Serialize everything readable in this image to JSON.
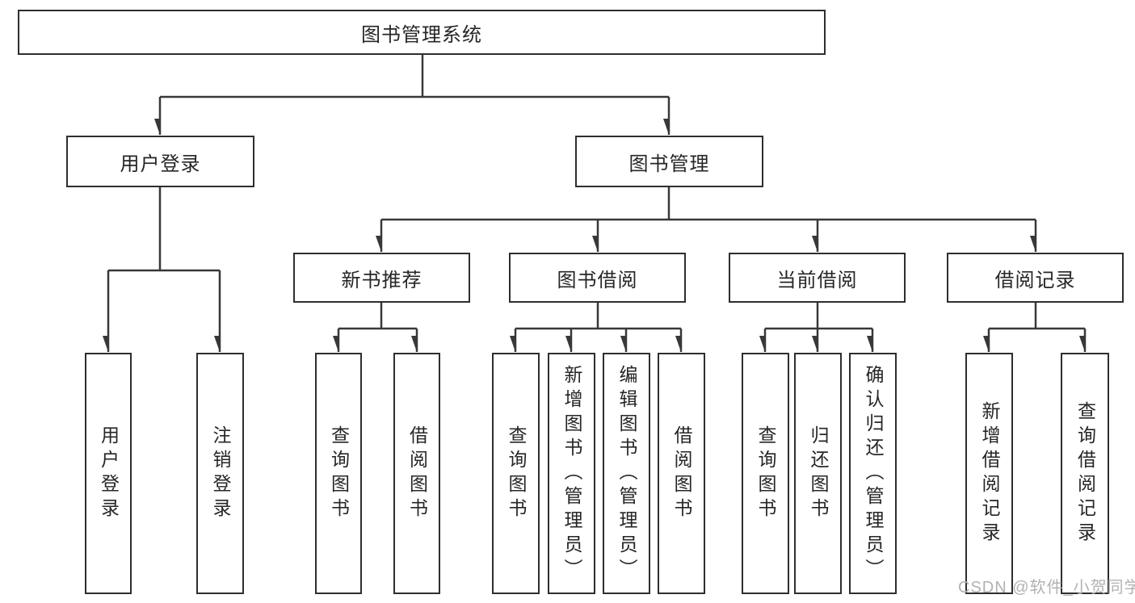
{
  "diagram": {
    "root": {
      "label": "图书管理系统",
      "children": [
        {
          "label": "用户登录",
          "children": [
            {
              "label": "用户登录"
            },
            {
              "label": "注销登录"
            }
          ]
        },
        {
          "label": "图书管理",
          "children": [
            {
              "label": "新书推荐",
              "children": [
                {
                  "label": "查询图书"
                },
                {
                  "label": "借阅图书"
                }
              ]
            },
            {
              "label": "图书借阅",
              "children": [
                {
                  "label": "查询图书"
                },
                {
                  "label": "新增图书（管理员）"
                },
                {
                  "label": "编辑图书（管理员）"
                },
                {
                  "label": "借阅图书"
                }
              ]
            },
            {
              "label": "当前借阅",
              "children": [
                {
                  "label": "查询图书"
                },
                {
                  "label": "归还图书"
                },
                {
                  "label": "确认归还（管理员）"
                }
              ]
            },
            {
              "label": "借阅记录",
              "children": [
                {
                  "label": "新增借阅记录"
                },
                {
                  "label": "查询借阅记录"
                }
              ]
            }
          ]
        }
      ]
    }
  },
  "watermark": {
    "text": "CSDN @软件_小贺同学"
  },
  "colors": {
    "line": "#383838",
    "box_border": "#2e2e2e",
    "box_fill": "#ffffff",
    "text": "#262626",
    "background": "#ffffff",
    "watermark": "#b3b1b1"
  }
}
